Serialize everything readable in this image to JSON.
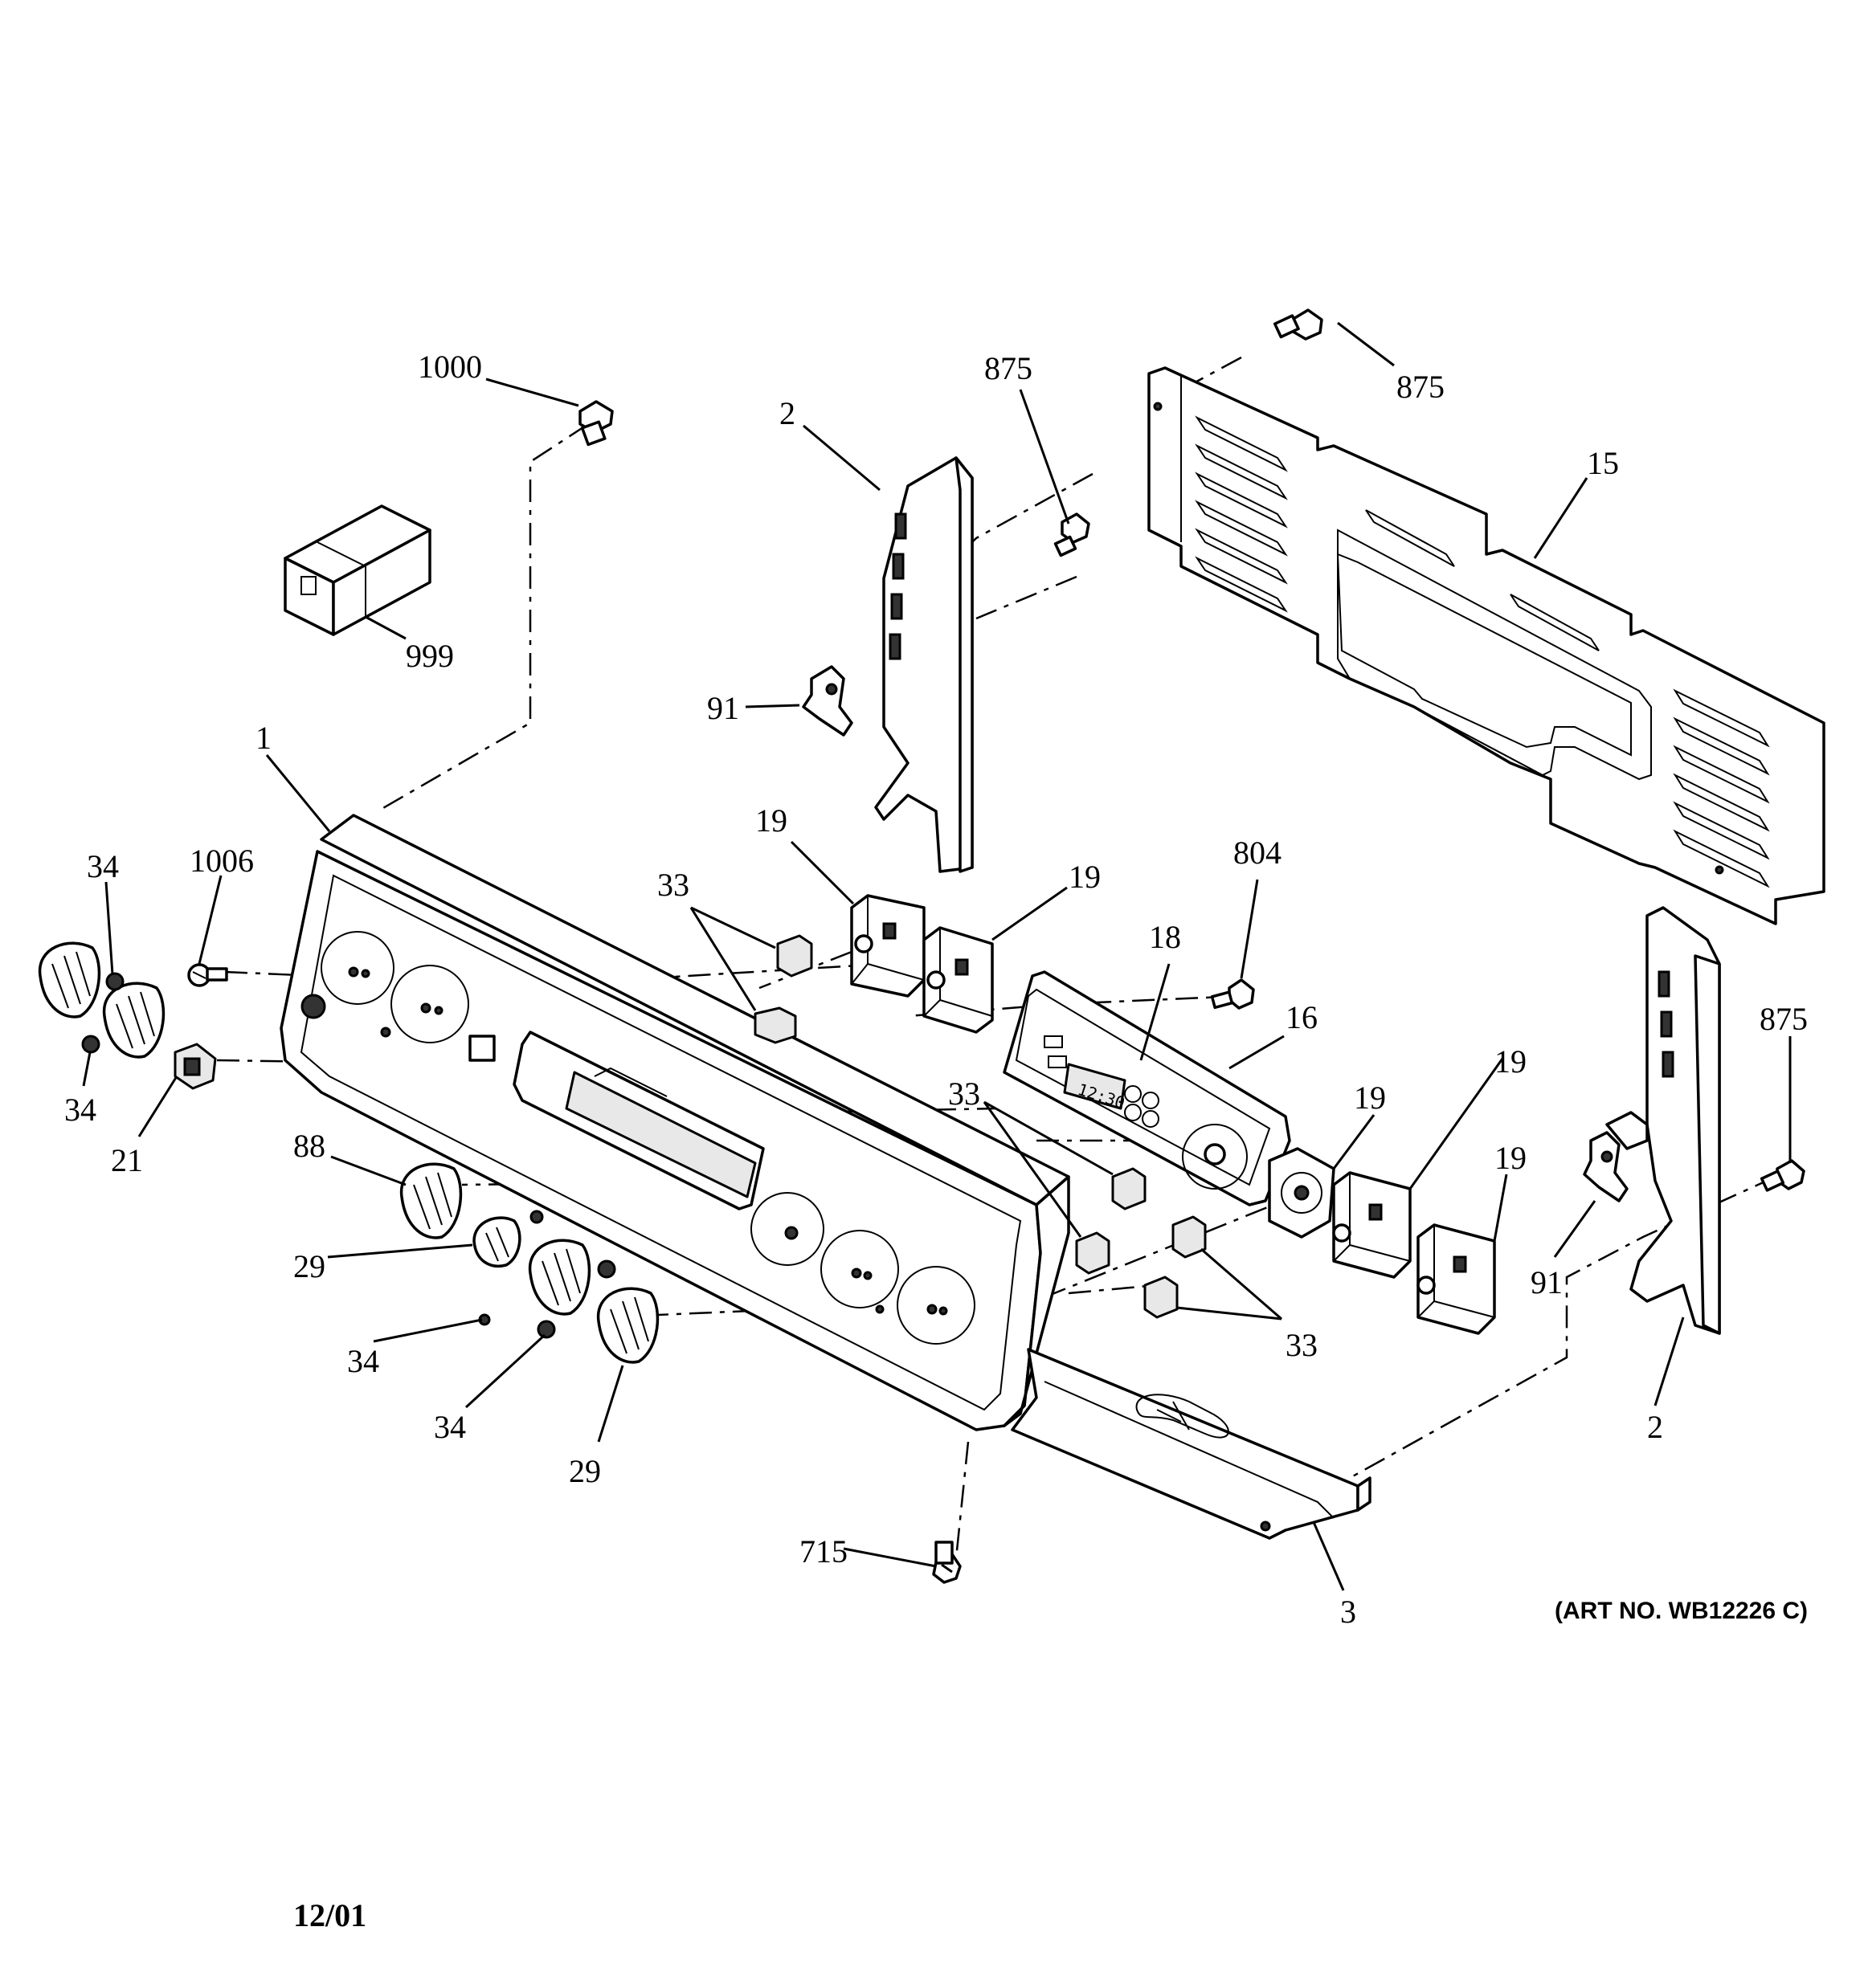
{
  "callouts": {
    "c1000": "1000",
    "c999": "999",
    "c2_top": "2",
    "c875_a": "875",
    "c875_b": "875",
    "c15": "15",
    "c91_left": "91",
    "c1": "1",
    "c34_a": "34",
    "c1006": "1006",
    "c19_a": "19",
    "c19_b": "19",
    "c33_a": "33",
    "c804": "804",
    "c18": "18",
    "c16": "16",
    "c34_b": "34",
    "c21": "21",
    "c33_b": "33",
    "c19_c": "19",
    "c19_d": "19",
    "c19_e": "19",
    "c875_c": "875",
    "c88": "88",
    "c29_a": "29",
    "c34_c": "34",
    "c34_d": "34",
    "c29_b": "29",
    "c33_c": "33",
    "c91_right": "91",
    "c2_bottom": "2",
    "c715": "715",
    "c3": "3"
  },
  "display_time": "12:30",
  "art_number": "(ART NO. WB12226 C)",
  "date_code": "12/01"
}
